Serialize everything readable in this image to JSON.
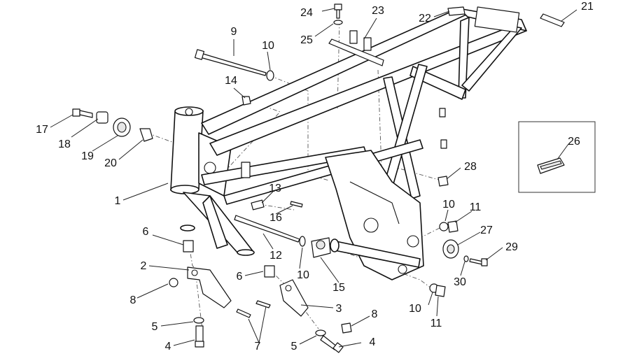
{
  "callouts": [
    {
      "id": "1",
      "label": "1"
    },
    {
      "id": "2",
      "label": "2"
    },
    {
      "id": "3",
      "label": "3"
    },
    {
      "id": "4a",
      "label": "4"
    },
    {
      "id": "4b",
      "label": "4"
    },
    {
      "id": "5a",
      "label": "5"
    },
    {
      "id": "5b",
      "label": "5"
    },
    {
      "id": "6a",
      "label": "6"
    },
    {
      "id": "6b",
      "label": "6"
    },
    {
      "id": "7",
      "label": "7"
    },
    {
      "id": "8a",
      "label": "8"
    },
    {
      "id": "8b",
      "label": "8"
    },
    {
      "id": "9",
      "label": "9"
    },
    {
      "id": "10a",
      "label": "10"
    },
    {
      "id": "10b",
      "label": "10"
    },
    {
      "id": "10c",
      "label": "10"
    },
    {
      "id": "10d",
      "label": "10"
    },
    {
      "id": "11a",
      "label": "11"
    },
    {
      "id": "11b",
      "label": "11"
    },
    {
      "id": "12",
      "label": "12"
    },
    {
      "id": "13",
      "label": "13"
    },
    {
      "id": "14",
      "label": "14"
    },
    {
      "id": "15",
      "label": "15"
    },
    {
      "id": "16",
      "label": "16"
    },
    {
      "id": "17",
      "label": "17"
    },
    {
      "id": "18",
      "label": "18"
    },
    {
      "id": "19",
      "label": "19"
    },
    {
      "id": "20",
      "label": "20"
    },
    {
      "id": "21",
      "label": "21"
    },
    {
      "id": "22",
      "label": "22"
    },
    {
      "id": "23",
      "label": "23"
    },
    {
      "id": "24",
      "label": "24"
    },
    {
      "id": "25",
      "label": "25"
    },
    {
      "id": "26",
      "label": "26"
    },
    {
      "id": "27",
      "label": "27"
    },
    {
      "id": "28",
      "label": "28"
    },
    {
      "id": "29",
      "label": "29"
    },
    {
      "id": "30",
      "label": "30"
    }
  ]
}
